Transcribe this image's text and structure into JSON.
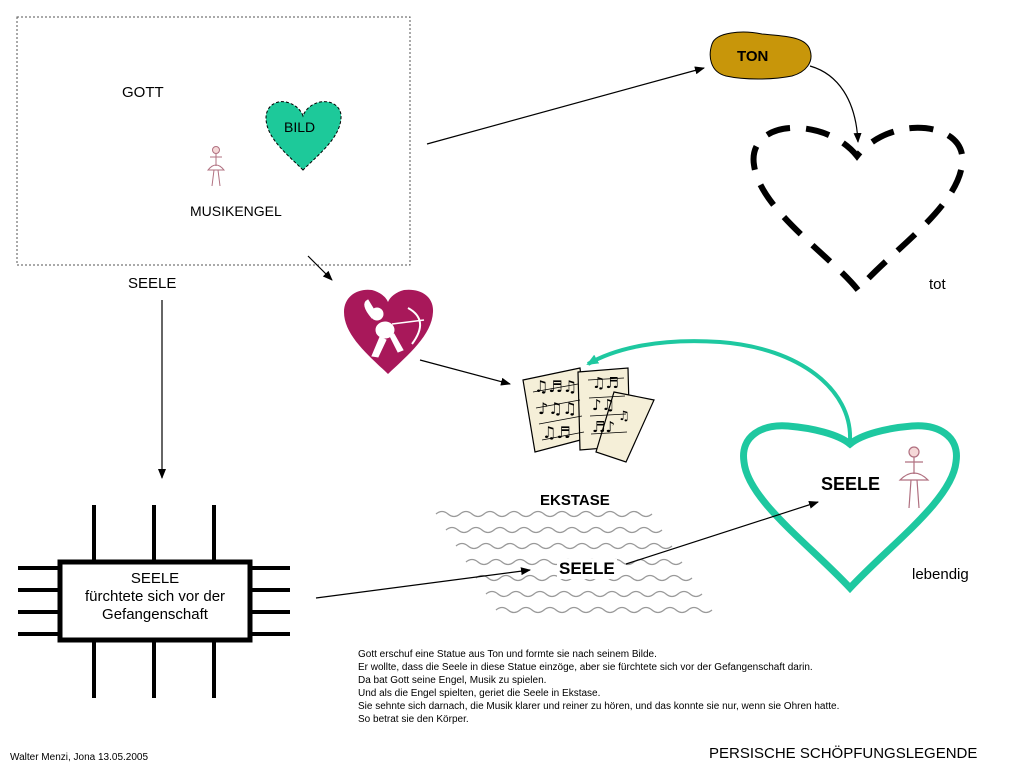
{
  "labels": {
    "gott": "GOTT",
    "bild": "BILD",
    "musikengel": "MUSIKENGEL",
    "seele_top": "SEELE",
    "ton": "TON",
    "tot": "tot",
    "ekstase": "EKSTASE",
    "seele_waves": "SEELE",
    "seele_heart": "SEELE",
    "lebendig": "lebendig",
    "prison_line1": "SEELE",
    "prison_line2": "fürchtete sich vor der",
    "prison_line3": "Gefangenschaft"
  },
  "story": [
    "Gott erschuf eine Statue aus Ton und formte sie nach seinem Bilde.",
    "Er wollte, dass die Seele in diese Statue einzöge, aber sie fürchtete sich vor der Gefangenschaft darin.",
    "Da bat Gott seine Engel, Musik zu spielen.",
    "Und als die Engel spielten, geriet die Seele in Ekstase.",
    "Sie sehnte sich darnach, die Musik klarer  und reiner zu hören, und das konnte sie nur, wenn sie Ohren hatte.",
    "So betrat sie den Körper."
  ],
  "footer": {
    "author": "Walter Menzi, Jona 13.05.2005",
    "title": "PERSISCHE SCHÖPFUNGSLEGENDE"
  },
  "colors": {
    "bild_heart": "#1dc99a",
    "ton_blob": "#c8960a",
    "cupid_heart": "#a8185a",
    "living_heart": "#1ec8a0",
    "return_arrow": "#1ec8a0"
  },
  "icons": {
    "dancer": "ballerina-icon",
    "cupid": "cupid-icon",
    "sheet_music": "sheet-music-icon"
  }
}
